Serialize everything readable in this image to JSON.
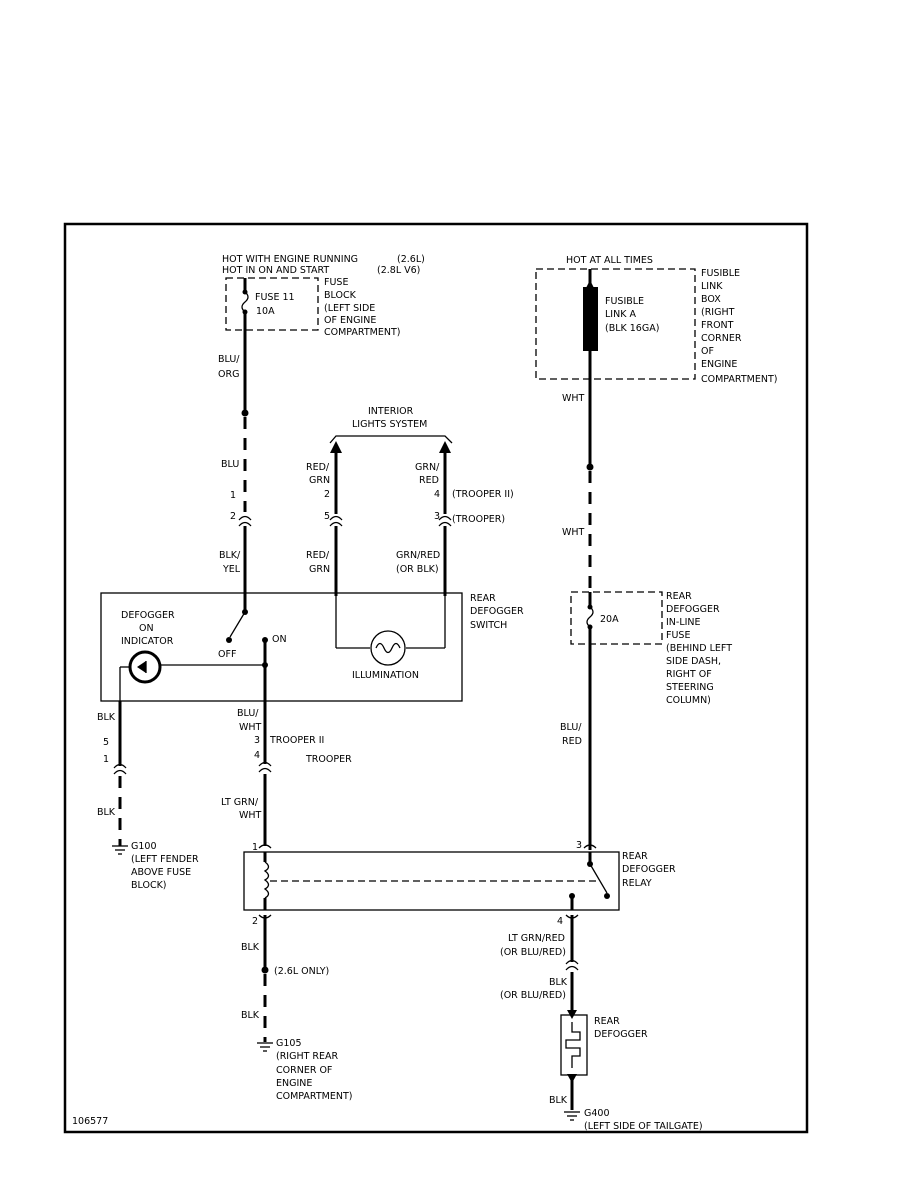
{
  "labels": {
    "hot_running": "HOT WITH ENGINE RUNNING",
    "hot_on_start": "HOT IN ON AND START",
    "eng_26": "(2.6L)",
    "eng_28": "(2.8L V6)",
    "fuse_block_1": "FUSE",
    "fuse_block_2": "BLOCK",
    "fuse_block_3": "(LEFT SIDE",
    "fuse_block_4": "OF ENGINE",
    "fuse_block_5": "COMPARTMENT)",
    "fuse11": "FUSE 11",
    "fuse11_amp": "10A",
    "hot_all_times": "HOT AT ALL TIMES",
    "fl_box_1": "FUSIBLE",
    "fl_box_2": "LINK",
    "fl_box_3": "BOX",
    "fl_box_4": "(RIGHT",
    "fl_box_5": "FRONT",
    "fl_box_6": "CORNER",
    "fl_box_7": "OF",
    "fl_box_8": "ENGINE",
    "fl_box_9": "COMPARTMENT)",
    "fla_1": "FUSIBLE",
    "fla_2": "LINK A",
    "fla_3": "(BLK 16GA)",
    "blu_org_1": "BLU/",
    "blu_org_2": "ORG",
    "blu": "BLU",
    "pin1": "1",
    "pin2": "2",
    "blk_yel_1": "BLK/",
    "blk_yel_2": "YEL",
    "interior_1": "INTERIOR",
    "interior_2": "LIGHTS SYSTEM",
    "red_grn_1": "RED/",
    "red_grn_2": "GRN",
    "grn_red_1": "GRN/",
    "grn_red_2": "RED",
    "pin_2b": "2",
    "pin_5": "5",
    "pin_4": "4",
    "pin_3": "3",
    "trooper_ii_p": "(TROOPER II)",
    "trooper_p": "(TROOPER)",
    "red_grn_low_1": "RED/",
    "red_grn_low_2": "GRN",
    "grn_red_low_1": "GRN/RED",
    "grn_red_low_2": "(OR BLK)",
    "switch_1": "REAR",
    "switch_2": "DEFOGGER",
    "switch_3": "SWITCH",
    "ind_1": "DEFOGGER",
    "ind_2": "ON",
    "ind_3": "INDICATOR",
    "off": "OFF",
    "on": "ON",
    "illumination": "ILLUMINATION",
    "wht_1": "WHT",
    "wht_2": "WHT",
    "inline_1": "REAR",
    "inline_2": "DEFOGGER",
    "inline_3": "IN-LINE",
    "inline_4": "FUSE",
    "inline_5": "(BEHIND LEFT",
    "inline_6": "SIDE DASH,",
    "inline_7": "RIGHT OF",
    "inline_8": "STEERING",
    "inline_9": "COLUMN)",
    "amp20": "20A",
    "blu_red_1": "BLU/",
    "blu_red_2": "RED",
    "blk_a": "BLK",
    "pin5b": "5",
    "pin1b": "1",
    "blk_b": "BLK",
    "g100_1": "G100",
    "g100_2": "(LEFT FENDER",
    "g100_3": "ABOVE FUSE",
    "g100_4": "BLOCK)",
    "blu_wht_1": "BLU/",
    "blu_wht_2": "WHT",
    "pin3c": "3",
    "pin4c": "4",
    "trooper_ii": "TROOPER II",
    "trooper": "TROOPER",
    "ltgrn_wht_1": "LT GRN/",
    "ltgrn_wht_2": "WHT",
    "relay_pin1": "1",
    "relay_pin3": "3",
    "relay_pin2": "2",
    "relay_pin4": "4",
    "relay_1": "REAR",
    "relay_2": "DEFOGGER",
    "relay_3": "RELAY",
    "blk_c": "BLK",
    "only26": "(2.6L ONLY)",
    "blk_d": "BLK",
    "g105_1": "G105",
    "g105_2": "(RIGHT REAR",
    "g105_3": "CORNER OF",
    "g105_4": "ENGINE",
    "g105_5": "COMPARTMENT)",
    "ltgrn_red_1": "LT GRN/RED",
    "ltgrn_red_2": "(OR BLU/RED)",
    "blk_e_1": "BLK",
    "blk_e_2": "(OR BLU/RED)",
    "rear_def_1": "REAR",
    "rear_def_2": "DEFOGGER",
    "blk_f": "BLK",
    "g400_1": "G400",
    "g400_2": "(LEFT SIDE OF TAILGATE)",
    "fig_id": "106577"
  }
}
